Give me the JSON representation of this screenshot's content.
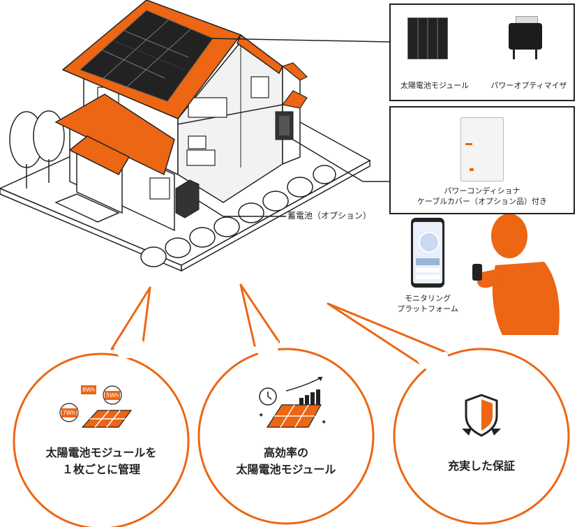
{
  "colors": {
    "accent": "#EC6613",
    "ink": "#222222",
    "panel": "#222222"
  },
  "labels": {
    "module": "太陽電池モジュール",
    "optimizer": "パワーオプティマイザ",
    "inverter_line1": "パワーコンディショナ",
    "inverter_line2": "ケーブルカバー（オプション品）付き",
    "battery": "蓄電池（オプション）",
    "monitoring_line1": "モニタリング",
    "monitoring_line2": "プラットフォーム"
  },
  "features": [
    {
      "line1": "太陽電池モジュールを",
      "line2": "１枚ごとに管理",
      "icon": "panel-wh-icon"
    },
    {
      "line1": "高効率の",
      "line2": "太陽電池モジュール",
      "icon": "efficiency-icon"
    },
    {
      "line1": "充実した保証",
      "line2": "",
      "icon": "shield-icon"
    }
  ],
  "wh_tags": [
    "8Wh",
    "5Wh",
    "7Wh"
  ]
}
